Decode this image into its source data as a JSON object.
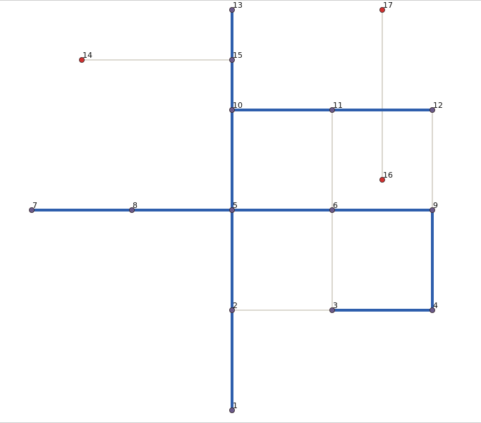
{
  "colors": {
    "path_edge": "#2f5fad",
    "plain_edge": "#d2cdc3",
    "node_on_path": "#6a5a8a",
    "node_off_path": "#d03030",
    "node_stroke": "#3a2a2a"
  },
  "nodes": [
    {
      "id": "1",
      "label": "1",
      "on_path": true
    },
    {
      "id": "2",
      "label": "2",
      "on_path": true
    },
    {
      "id": "3",
      "label": "3",
      "on_path": true
    },
    {
      "id": "4",
      "label": "4",
      "on_path": true
    },
    {
      "id": "5",
      "label": "5",
      "on_path": true
    },
    {
      "id": "6",
      "label": "6",
      "on_path": true
    },
    {
      "id": "7",
      "label": "7",
      "on_path": true
    },
    {
      "id": "8",
      "label": "8",
      "on_path": true
    },
    {
      "id": "9",
      "label": "9",
      "on_path": true
    },
    {
      "id": "10",
      "label": "10",
      "on_path": true
    },
    {
      "id": "11",
      "label": "11",
      "on_path": true
    },
    {
      "id": "12",
      "label": "12",
      "on_path": true
    },
    {
      "id": "13",
      "label": "13",
      "on_path": true
    },
    {
      "id": "14",
      "label": "14",
      "on_path": false
    },
    {
      "id": "15",
      "label": "15",
      "on_path": true
    },
    {
      "id": "16",
      "label": "16",
      "on_path": false
    },
    {
      "id": "17",
      "label": "17",
      "on_path": false
    }
  ],
  "edges": [
    {
      "from": "1",
      "to": "2",
      "highlighted": true
    },
    {
      "from": "2",
      "to": "5",
      "highlighted": true
    },
    {
      "from": "5",
      "to": "10",
      "highlighted": true
    },
    {
      "from": "10",
      "to": "15",
      "highlighted": true
    },
    {
      "from": "15",
      "to": "13",
      "highlighted": true
    },
    {
      "from": "7",
      "to": "8",
      "highlighted": true
    },
    {
      "from": "8",
      "to": "5",
      "highlighted": true
    },
    {
      "from": "5",
      "to": "6",
      "highlighted": true
    },
    {
      "from": "6",
      "to": "9",
      "highlighted": true
    },
    {
      "from": "9",
      "to": "4",
      "highlighted": true
    },
    {
      "from": "4",
      "to": "3",
      "highlighted": true
    },
    {
      "from": "10",
      "to": "11",
      "highlighted": true
    },
    {
      "from": "11",
      "to": "12",
      "highlighted": true
    },
    {
      "from": "2",
      "to": "3",
      "highlighted": false
    },
    {
      "from": "3",
      "to": "6",
      "highlighted": false
    },
    {
      "from": "6",
      "to": "11",
      "highlighted": false
    },
    {
      "from": "12",
      "to": "9",
      "highlighted": false
    },
    {
      "from": "14",
      "to": "15",
      "highlighted": false
    },
    {
      "from": "17",
      "to": "16",
      "highlighted": false
    }
  ]
}
